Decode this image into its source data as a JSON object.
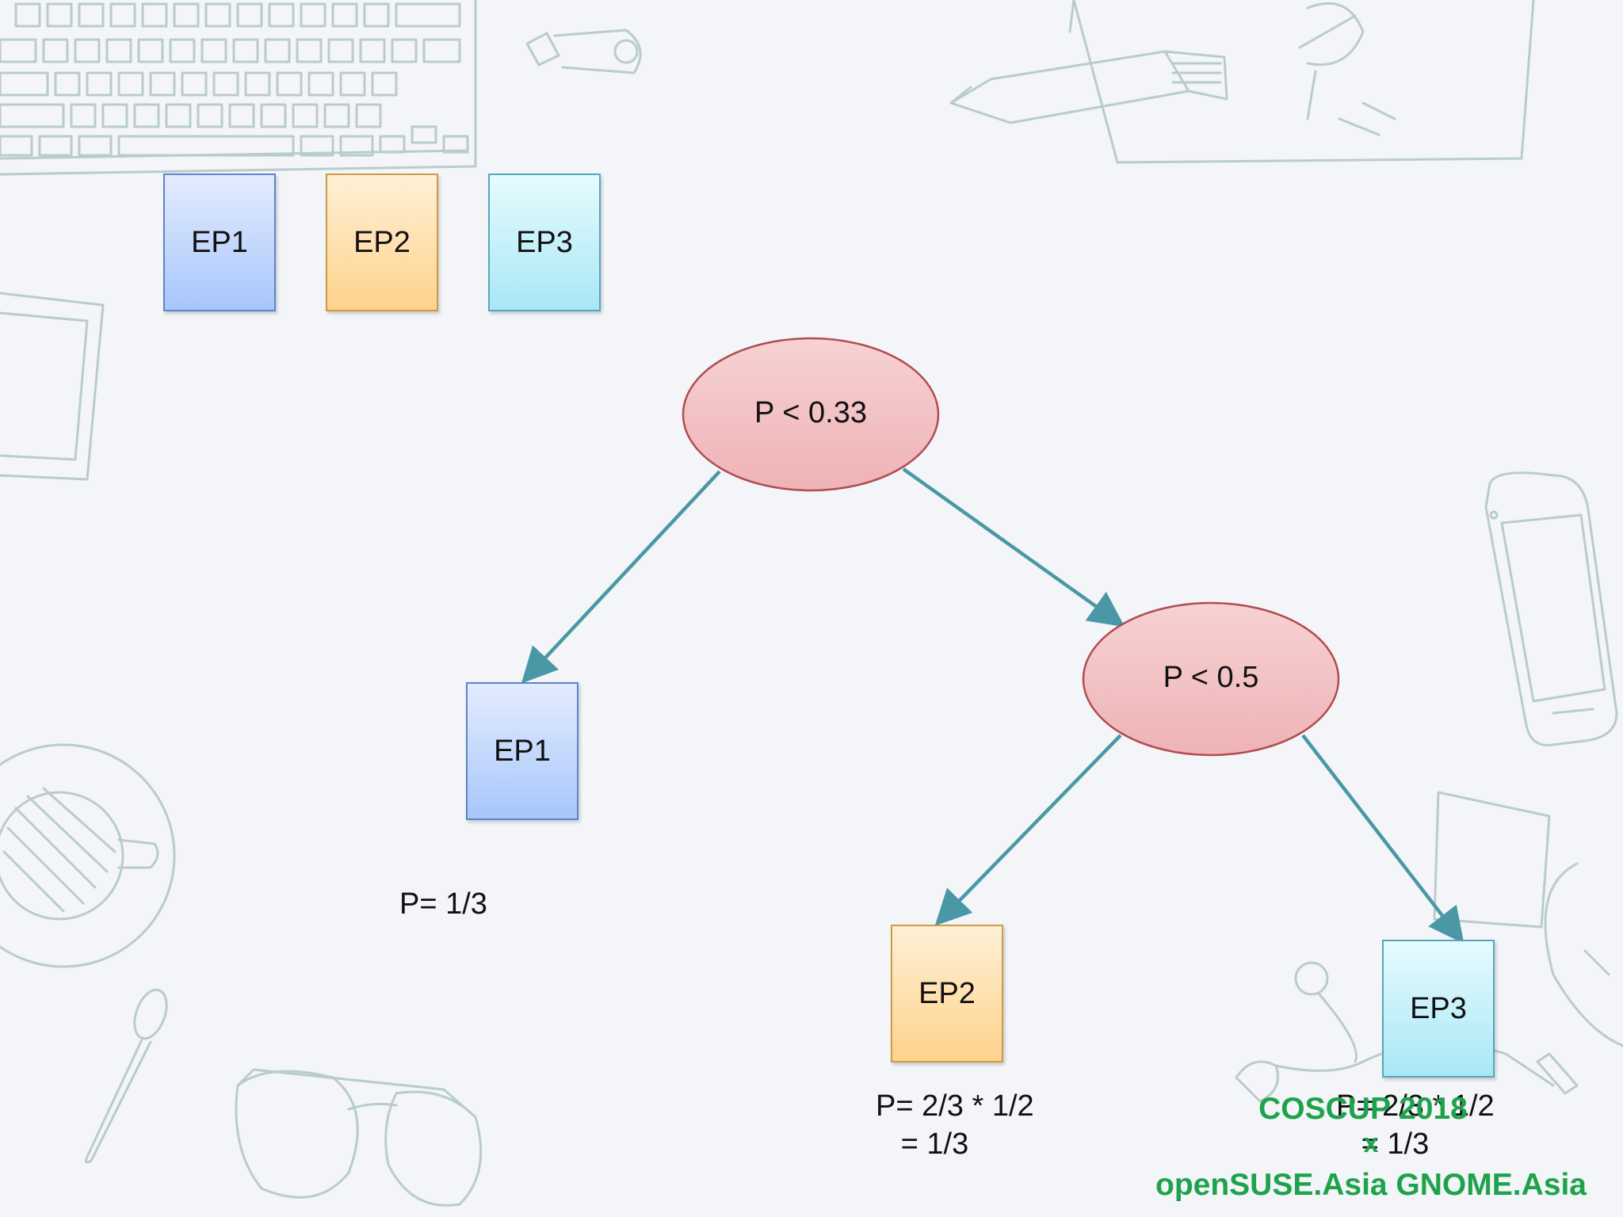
{
  "legend": {
    "items": [
      {
        "label": "EP1"
      },
      {
        "label": "EP2"
      },
      {
        "label": "EP3"
      }
    ]
  },
  "tree": {
    "root": {
      "label": "P < 0.33"
    },
    "inner": {
      "label": "P < 0.5"
    },
    "leaves": [
      {
        "label": "EP1",
        "prob": "P= 1/3"
      },
      {
        "label": "EP2",
        "prob": "P= 2/3 * 1/2\n   = 1/3"
      },
      {
        "label": "EP3",
        "prob": "P= 2/3 * 1/2\n   = 1/3"
      }
    ]
  },
  "footer": {
    "line1": "COSCUP 2018",
    "line2": "x",
    "line3": "openSUSE.Asia GNOME.Asia"
  },
  "colors": {
    "ep1_fill": "#a8c6fb",
    "ep2_fill": "#ffd28c",
    "ep3_fill": "#a9e7f5",
    "decision_fill": "#f2c4c6",
    "arrow": "#4a98a6",
    "footer_text": "#1ea34c",
    "sketch": "#b9cccc"
  },
  "icons": [
    "keyboard-sketch-icon",
    "usb-stick-sketch-icon",
    "marker-sketch-icon",
    "notebook-sketch-icon",
    "tablet-sketch-icon",
    "phone-sketch-icon",
    "coffee-cup-sketch-icon",
    "spoon-sketch-icon",
    "glasses-sketch-icon",
    "earphones-sketch-icon",
    "sticky-note-sketch-icon"
  ]
}
